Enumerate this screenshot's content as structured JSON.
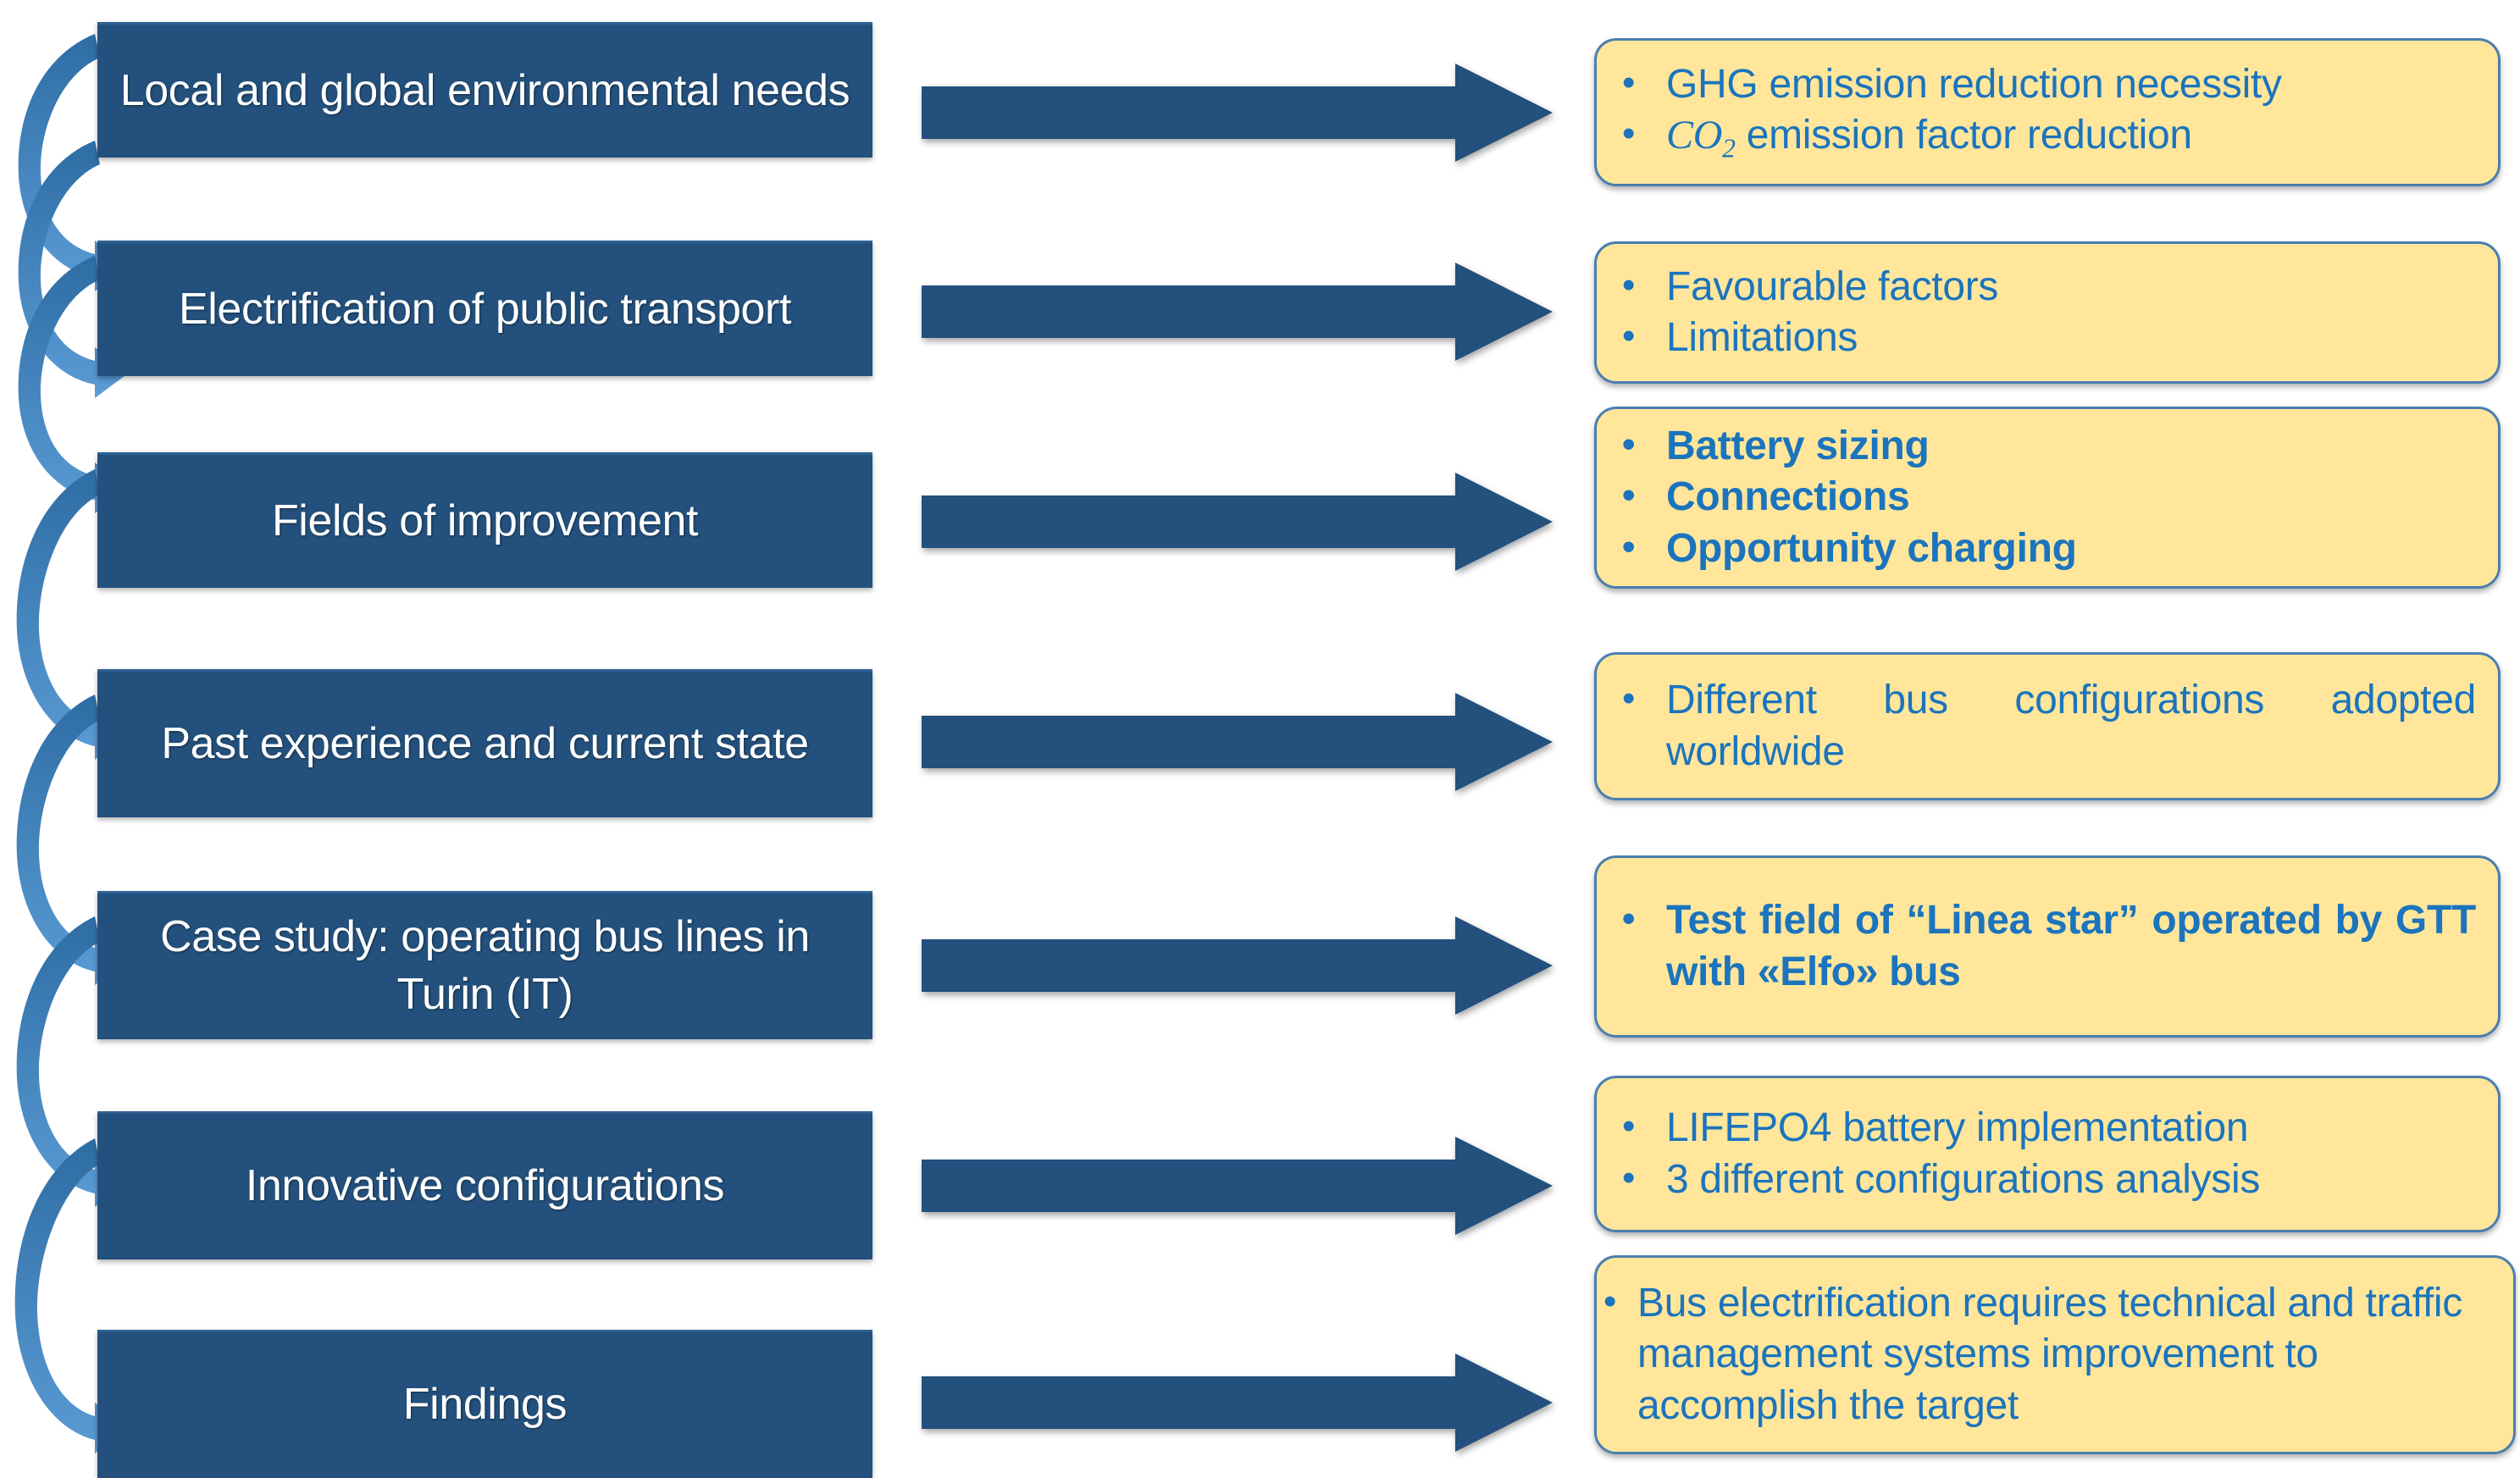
{
  "diagram": {
    "title": "Research flow: bus electrification study outline",
    "colors": {
      "step_box_fill": "#23507C",
      "step_box_text": "#FFFFFF",
      "note_box_fill": "#FFE69B",
      "note_box_border": "#4A7FAE",
      "note_text": "#1B74BD",
      "block_arrow": "#23507C",
      "curve_arrow_light": "#5B9BD5",
      "curve_arrow_dark": "#2E6DA4",
      "background": "#FFFFFF"
    },
    "steps": [
      {
        "id": "step-1",
        "label": "Local and global environmental needs",
        "arrow_name": "block-arrow-1",
        "note": {
          "id": "note-1",
          "bullets": [
            {
              "text": "GHG emission reduction necessity",
              "bold": false,
              "justify": false,
              "math_prefix": null
            },
            {
              "text": "emission factor reduction",
              "bold": false,
              "justify": false,
              "math_prefix": "CO2"
            }
          ]
        }
      },
      {
        "id": "step-2",
        "label": "Electrification of public transport",
        "arrow_name": "block-arrow-2",
        "note": {
          "id": "note-2",
          "bullets": [
            {
              "text": "Favourable factors",
              "bold": false,
              "justify": false,
              "math_prefix": null
            },
            {
              "text": "Limitations",
              "bold": false,
              "justify": false,
              "math_prefix": null
            }
          ]
        }
      },
      {
        "id": "step-3",
        "label": "Fields of improvement",
        "arrow_name": "block-arrow-3",
        "note": {
          "id": "note-3",
          "bullets": [
            {
              "text": "Battery sizing",
              "bold": true,
              "justify": false,
              "math_prefix": null
            },
            {
              "text": "Connections",
              "bold": true,
              "justify": false,
              "math_prefix": null
            },
            {
              "text": "Opportunity charging",
              "bold": true,
              "justify": false,
              "math_prefix": null
            }
          ]
        }
      },
      {
        "id": "step-4",
        "label": "Past experience and current state",
        "arrow_name": "block-arrow-4",
        "note": {
          "id": "note-4",
          "bullets": [
            {
              "text": "Different bus configurations adopted worldwide",
              "bold": false,
              "justify": true,
              "math_prefix": null
            }
          ]
        }
      },
      {
        "id": "step-5",
        "label": "Case study: operating bus lines in Turin (IT)",
        "arrow_name": "block-arrow-5",
        "note": {
          "id": "note-5",
          "bullets": [
            {
              "text": "Test field of “Linea star” operated by GTT with «Elfo» bus",
              "bold": true,
              "justify": true,
              "math_prefix": null
            }
          ]
        }
      },
      {
        "id": "step-6",
        "label": "Innovative configurations",
        "arrow_name": "block-arrow-6",
        "note": {
          "id": "note-6",
          "bullets": [
            {
              "text": "LIFEPO4 battery implementation",
              "bold": false,
              "justify": false,
              "math_prefix": null
            },
            {
              "text": "3 different configurations analysis",
              "bold": false,
              "justify": false,
              "math_prefix": null
            }
          ]
        }
      },
      {
        "id": "step-7",
        "label": "Findings",
        "arrow_name": "block-arrow-7",
        "note": {
          "id": "note-7",
          "bullets": [
            {
              "text": "Bus electrification requires technical and traffic management systems improvement to accomplish the target",
              "bold": false,
              "justify": false,
              "math_prefix": null
            }
          ]
        }
      }
    ],
    "math_tokens": {
      "CO2": {
        "base": "CO",
        "sub": "2"
      }
    }
  }
}
